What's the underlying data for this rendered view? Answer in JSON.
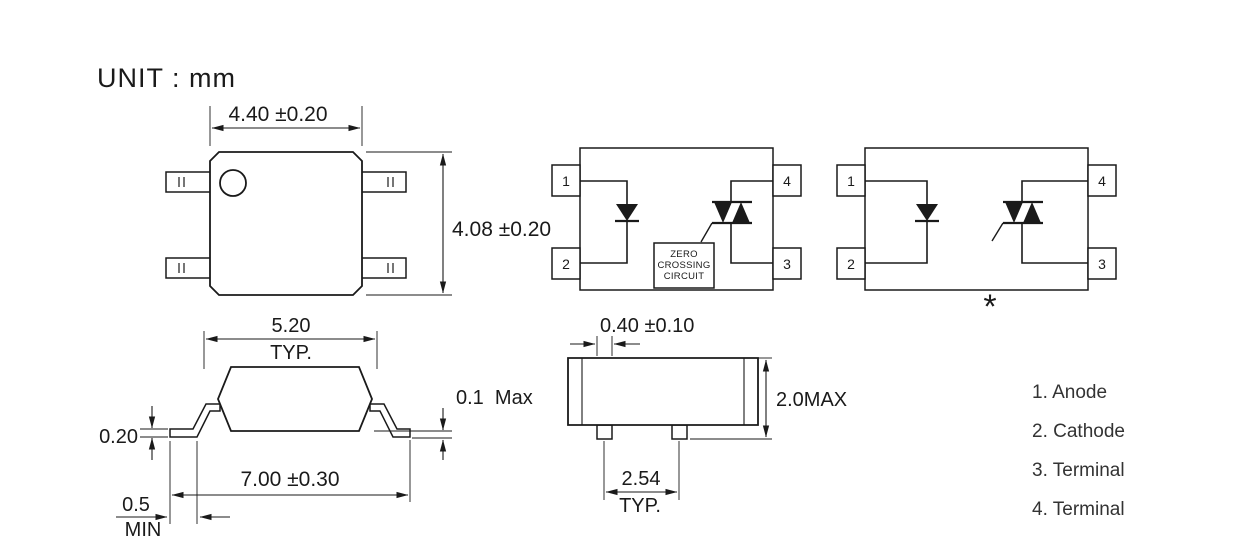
{
  "unit_label": "UNIT : mm",
  "top_view": {
    "width_dim": "4.40 ±0.20",
    "height_dim": "4.08 ±0.20"
  },
  "schematic_zc": {
    "pins": {
      "p1": "1",
      "p2": "2",
      "p3": "3",
      "p4": "4"
    },
    "zc_box": {
      "line1": "ZERO",
      "line2": "CROSSING",
      "line3": "CIRCUIT"
    }
  },
  "schematic_std": {
    "pins": {
      "p1": "1",
      "p2": "2",
      "p3": "3",
      "p4": "4"
    },
    "footnote_mark": "*"
  },
  "side_view": {
    "body_width": "5.20",
    "body_width_qual": "TYP.",
    "lead_thickness": "0.20",
    "standoff": "0.1  Max",
    "overall_width": "7.00 ±0.30",
    "foot_length": "0.5",
    "foot_length_qual": "MIN"
  },
  "end_view": {
    "lead_width": "0.40 ±0.10",
    "height": "2.0MAX",
    "pitch": "2.54",
    "pitch_qual": "TYP."
  },
  "legend": {
    "items": [
      {
        "label": "1. Anode"
      },
      {
        "label": "2. Cathode"
      },
      {
        "label": "3. Terminal"
      },
      {
        "label": "4. Terminal"
      }
    ]
  }
}
